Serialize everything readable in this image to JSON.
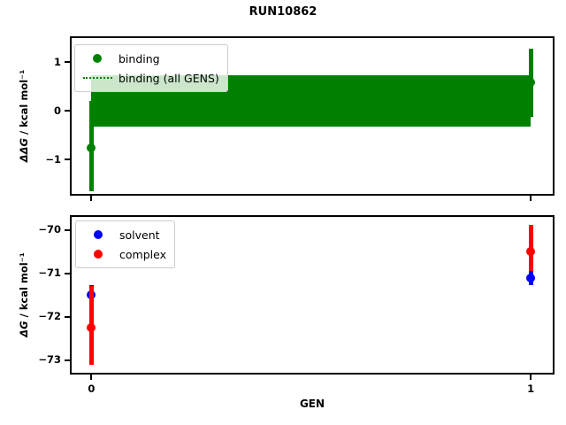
{
  "title": "RUN10862",
  "colors": {
    "binding_green": "#008000",
    "solvent_blue": "#0000ff",
    "complex_red": "#ff0000",
    "axis_black": "#000000"
  },
  "chart_data": [
    {
      "type": "errorbar",
      "ylabel_math": "ΔΔG",
      "ylabel_rest": " / kcal mol⁻¹",
      "xlim": [
        -0.045,
        1.05
      ],
      "ylim": [
        -1.7,
        1.49
      ],
      "grid": false,
      "legend_position": "upper-left",
      "yticks": [
        {
          "value": 1,
          "label": "1"
        },
        {
          "value": 0,
          "label": "0"
        },
        {
          "value": -1,
          "label": "−1"
        }
      ],
      "xticks": [
        {
          "value": 0,
          "label": ""
        },
        {
          "value": 1,
          "label": ""
        }
      ],
      "band": {
        "name": "binding (all GENS)",
        "color": "#008000",
        "lo": -0.33,
        "hi": 0.72,
        "x_from": 0,
        "x_to": 1
      },
      "series": [
        {
          "name": "binding",
          "color": "#008000",
          "marker": "circle",
          "points": [
            {
              "x": 0,
              "y": -0.75,
              "err_lo": -1.65,
              "err_hi": 0.21
            },
            {
              "x": 1,
              "y": 0.58,
              "err_lo": -0.12,
              "err_hi": 1.27
            }
          ]
        }
      ],
      "legend": [
        {
          "label": "binding",
          "symbol": "circle",
          "color": "#008000"
        },
        {
          "label": "binding (all GENS)",
          "symbol": "dotted-line",
          "color": "#008000"
        }
      ]
    },
    {
      "type": "errorbar",
      "xlabel": "GEN",
      "ylabel_math": "ΔG",
      "ylabel_rest": " / kcal mol⁻¹",
      "xlim": [
        -0.045,
        1.05
      ],
      "ylim": [
        -73.29,
        -69.7
      ],
      "grid": false,
      "legend_position": "upper-left",
      "yticks": [
        {
          "value": -70,
          "label": "−70"
        },
        {
          "value": -71,
          "label": "−71"
        },
        {
          "value": -72,
          "label": "−72"
        },
        {
          "value": -73,
          "label": "−73"
        }
      ],
      "xticks": [
        {
          "value": 0,
          "label": "0"
        },
        {
          "value": 1,
          "label": "1"
        }
      ],
      "series": [
        {
          "name": "solvent",
          "color": "#0000ff",
          "marker": "circle",
          "points": [
            {
              "x": 0,
              "y": -71.5,
              "err_lo": -71.74,
              "err_hi": -71.28
            },
            {
              "x": 1,
              "y": -71.1,
              "err_lo": -71.27,
              "err_hi": -70.94
            }
          ]
        },
        {
          "name": "complex",
          "color": "#ff0000",
          "marker": "circle",
          "points": [
            {
              "x": 0,
              "y": -72.25,
              "err_lo": -73.1,
              "err_hi": -71.3
            },
            {
              "x": 1,
              "y": -70.5,
              "err_lo": -70.94,
              "err_hi": -69.88
            }
          ]
        }
      ],
      "legend": [
        {
          "label": "solvent",
          "symbol": "circle",
          "color": "#0000ff"
        },
        {
          "label": "complex",
          "symbol": "circle",
          "color": "#ff0000"
        }
      ]
    }
  ]
}
